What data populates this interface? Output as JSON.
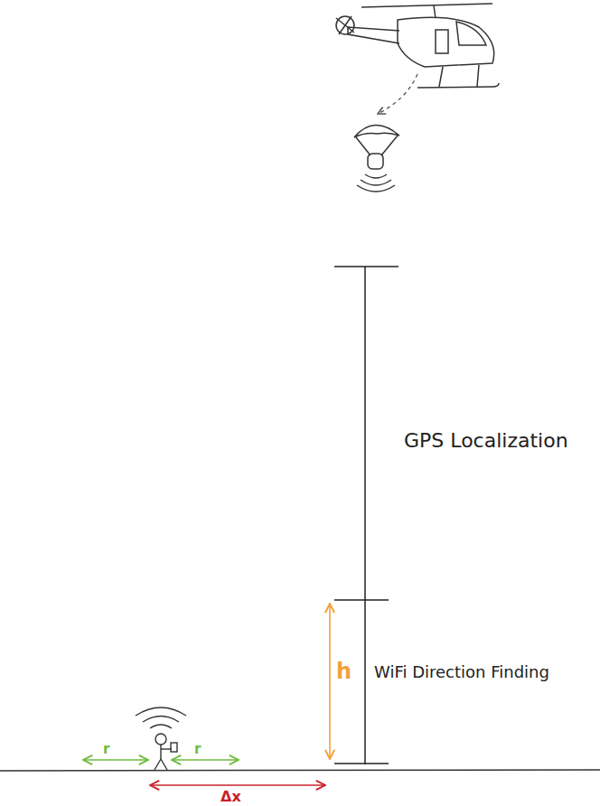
{
  "diagram": {
    "labels": [
      "GPS Localization",
      "WiFi Direction Finding",
      "h",
      "r",
      "r",
      "Δx"
    ]
  }
}
